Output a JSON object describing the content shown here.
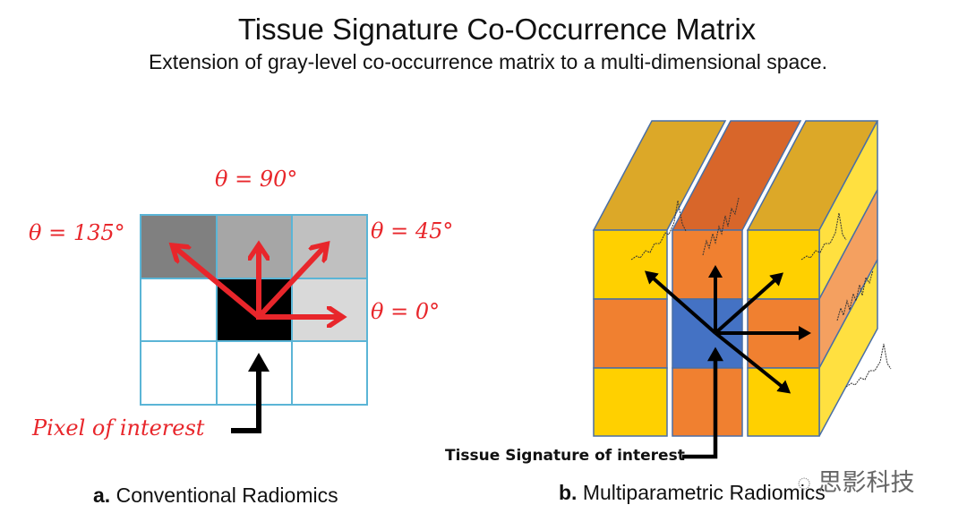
{
  "title": "Tissue Signature Co-Occurrence Matrix",
  "subtitle": "Extension of gray-level co-occurrence matrix to a multi-dimensional space.",
  "panel_a": {
    "angles": {
      "a90": "θ = 90°",
      "a135": "θ = 135°",
      "a45": "θ = 45°",
      "a0": "θ = 0°"
    },
    "pointer_label": "Pixel of interest",
    "caption_letter": "a.",
    "caption_text": " Conventional Radiomics",
    "grid_colors": [
      [
        "#808080",
        "#a6a6a6",
        "#c0c0c0"
      ],
      [
        "#ffffff",
        "#000000",
        "#d9d9d9"
      ],
      [
        "#ffffff",
        "#ffffff",
        "#ffffff"
      ]
    ]
  },
  "panel_b": {
    "pointer_label": "Tissue Signature of interest",
    "caption_letter": "b.",
    "caption_text": " Multiparametric Radiomics",
    "colors": {
      "yellow": "#ffd000",
      "orange": "#f08030",
      "blue": "#4472c4",
      "top_yellow": "#dca828",
      "top_orange": "#d8662a",
      "side_yellow": "#ffe040",
      "side_orange": "#f4a060"
    }
  },
  "watermark": "思影科技"
}
